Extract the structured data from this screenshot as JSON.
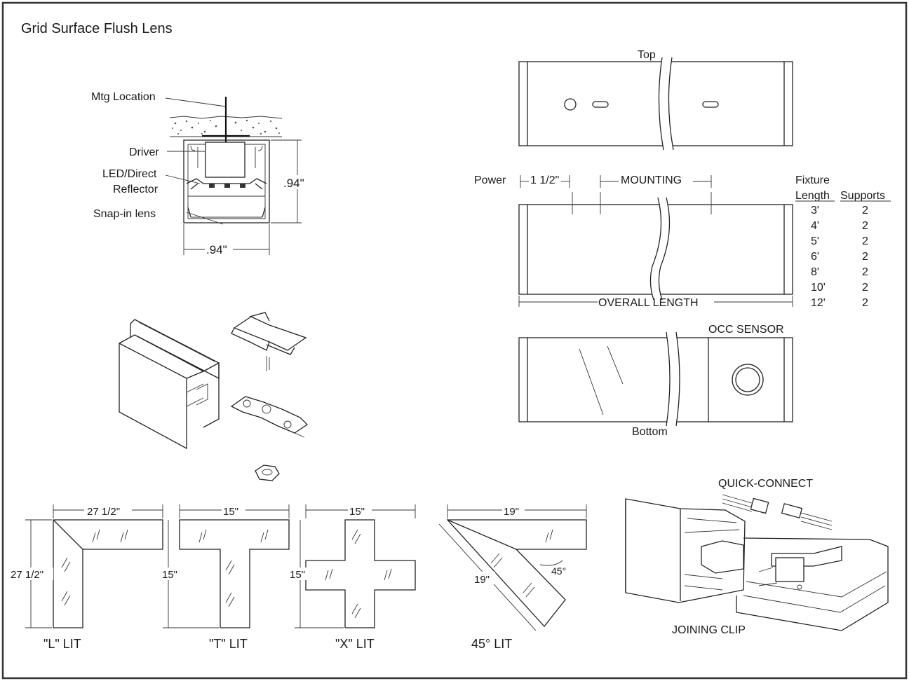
{
  "title": "Grid Surface Flush Lens",
  "cross_section": {
    "mtg_location": "Mtg Location",
    "driver": "Driver",
    "led_direct_1": "LED/Direct",
    "led_direct_2": "Reflector",
    "snap_in_lens": "Snap-in lens",
    "height_dim": ".94\"",
    "width_dim": ".94\""
  },
  "views": {
    "top": "Top",
    "power": "Power",
    "one_half": "1 1/2\"",
    "mounting": "MOUNTING",
    "overall_length": "OVERALL LENGTH",
    "occ_sensor": "OCC SENSOR",
    "bottom": "Bottom"
  },
  "supports_table": {
    "header_fixture": "Fixture",
    "header_length": "Length",
    "header_supports": "Supports",
    "rows": [
      {
        "length": "3'",
        "supports": "2"
      },
      {
        "length": "4'",
        "supports": "2"
      },
      {
        "length": "5'",
        "supports": "2"
      },
      {
        "length": "6'",
        "supports": "2"
      },
      {
        "length": "8'",
        "supports": "2"
      },
      {
        "length": "10'",
        "supports": "2"
      },
      {
        "length": "12'",
        "supports": "2"
      }
    ]
  },
  "configurations": {
    "l_width": "27 1/2\"",
    "l_height": "27 1/2\"",
    "l_label": "\"L\" LIT",
    "t_width": "15\"",
    "t_height": "15\"",
    "t_label": "\"T\" LIT",
    "x_width": "15\"",
    "x_height": "15\"",
    "x_label": "\"X\" LIT",
    "deg_width": "19\"",
    "deg_side": "19\"",
    "deg_angle": "45°",
    "deg_label": "45° LIT"
  },
  "connectors": {
    "quick_connect": "QUICK-CONNECT",
    "joining_clip": "JOINING CLIP"
  }
}
